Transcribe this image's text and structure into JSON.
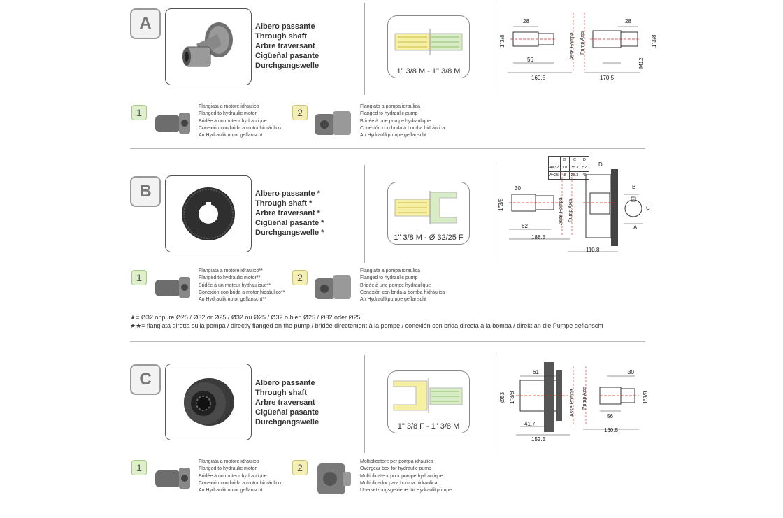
{
  "sections": [
    {
      "letter": "A",
      "names": [
        "Albero passante",
        "Through shaft",
        "Arbre traversant",
        "Cigüeñal pasante",
        "Durchgangswelle"
      ],
      "shaft_label": "1\" 3/8 M - 1\" 3/8 M",
      "options": [
        {
          "num": "1",
          "lines": [
            "Flangiata a motore idraulico",
            "Flanged to hydraulic motor",
            "Bridée à un moteur hydraulique",
            "Conexión con brida a motor hidráulico",
            "An Hydraulikmotor geflanscht"
          ]
        },
        {
          "num": "2",
          "lines": [
            "Flangiata a pompa idraulica",
            "Flanged to hydraulic pump",
            "Bridée à une pompe hydraulique",
            "Conexión con brida a bomba hidráulica",
            "An Hydraulikpumpe geflanscht"
          ]
        }
      ],
      "dims": {
        "d1": "28",
        "d2": "28",
        "shaft": "1\"3/8",
        "shaft2": "1\"3/8",
        "len1": "56",
        "total1": "160.5",
        "total2": "170.5",
        "thread": "M12",
        "axis1": "Asse Pompa",
        "axis2": "Pump Axis"
      }
    },
    {
      "letter": "B",
      "names": [
        "Albero passante *",
        "Through shaft *",
        "Arbre traversant *",
        "Cigüeñal pasante *",
        "Durchgangswelle *"
      ],
      "shaft_label": "1\" 3/8 M - Ø 32/25 F",
      "options": [
        {
          "num": "1",
          "lines": [
            "Flangiata a motore idraulico**",
            "Flanged to hydraulic motor**",
            "Bridée à un moteur hydraulique**",
            "Conexión con brida a motor hidráulico**",
            "An Hydraulikmotor geflanscht**"
          ]
        },
        {
          "num": "2",
          "lines": [
            "Flangiata a pompa idraulica",
            "Flanged to hydraulic pump",
            "Bridée à une pompe hydraulique",
            "Conexión con brida a bomba hidráulica",
            "An Hydraulikpumpe geflanscht"
          ]
        }
      ],
      "dims": {
        "d1": "30",
        "shaft": "1\"3/8",
        "len1": "62",
        "total1": "188.5",
        "total2": "110.8",
        "axis1": "Asse Pompa",
        "axis2": "Pump Axis",
        "D": "D",
        "B": "B",
        "C": "C",
        "A": "A"
      },
      "table": {
        "header": [
          "",
          "B",
          "C",
          "D"
        ],
        "rows": [
          [
            "A=32",
            "10",
            "35.3",
            "52"
          ],
          [
            "A=25",
            "8",
            "28.3",
            "45"
          ]
        ]
      },
      "notes": [
        {
          "star": "★=",
          "text": "Ø32 oppure Ø25 / Ø32 or Ø25 / Ø32 ou Ø25 / Ø32 o bien Ø25 / Ø32 oder Ø25"
        },
        {
          "star": "★★=",
          "text": "flangiata diretta sulla pompa / directly flanged on the pump / bridée directement à la pompe / conexión con brida directa a la bomba / direkt an die Pumpe geflanscht"
        }
      ]
    },
    {
      "letter": "C",
      "names": [
        "Albero passante",
        "Through shaft",
        "Arbre traversant",
        "Cigüeñal pasante",
        "Durchgangswelle"
      ],
      "shaft_label": "1\" 3/8 F - 1\" 3/8 M",
      "options": [
        {
          "num": "1",
          "lines": [
            "Flangiata a motore idraulico",
            "Flanged to hydraulic motor",
            "Bridée à un moteur hydraulique",
            "Conexión con brida a motor hidráulico",
            "An Hydraulikmotor geflanscht"
          ]
        },
        {
          "num": "2",
          "lines": [
            "Moltiplicatore per pompa idraulica",
            "Overgear box for hydraulic pump",
            "Multiplicateur pour pompe hydraulique",
            "Multiplicador para bomba hidráulica",
            "Übersetzungsgetriebe für Hydraulikpumpe"
          ]
        }
      ],
      "dims": {
        "d1": "61",
        "d2": "30",
        "dia": "Ø53",
        "shaft": "1\"3/8",
        "shaft2": "1\"3/8",
        "len1": "41.7",
        "len2": "56",
        "total1": "152.5",
        "total2": "160.5",
        "axis1": "Asse Pompa",
        "axis2": "Pump Axis"
      }
    }
  ],
  "colors": {
    "shaft_yellow": "#f6f0a3",
    "shaft_green": "#d8ecc5",
    "badge_green": "#dfeecb",
    "badge_yellow": "#f4f0b5",
    "dim_red": "#d22"
  }
}
